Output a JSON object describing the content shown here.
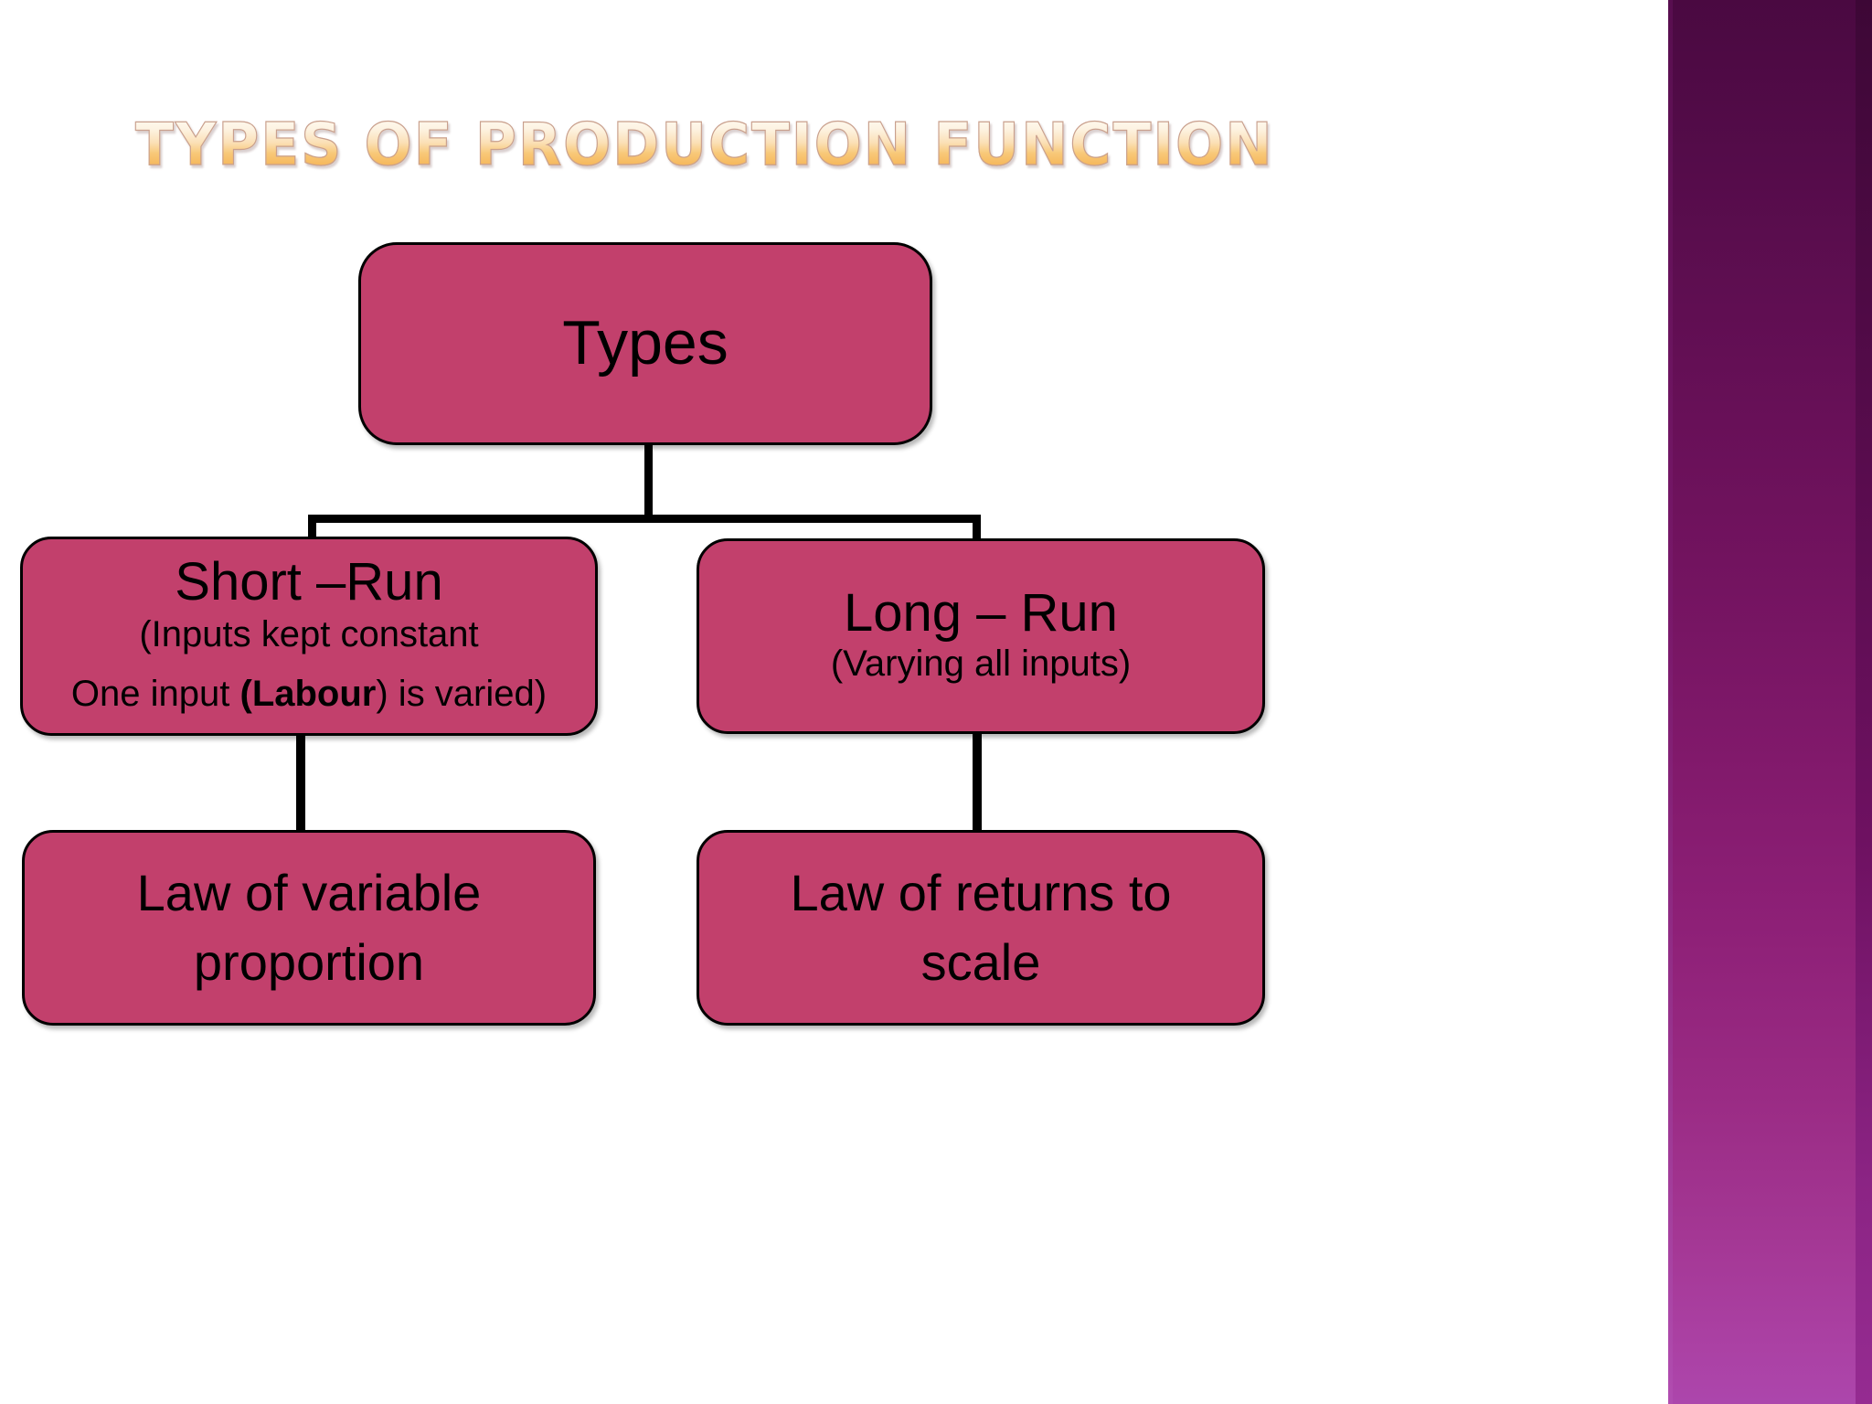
{
  "slide": {
    "title": "Types of Production Function",
    "background_color": "#ffffff",
    "accent_band_top_color": "#4a0941",
    "accent_band_bottom_color": "#ac46ac",
    "node_fill_color": "#c2406c",
    "node_border_color": "#000000",
    "title_gradient_top": "#fffdf7",
    "title_gradient_bottom": "#f5b356"
  },
  "diagram": {
    "root": {
      "label": "Types"
    },
    "branches": [
      {
        "title": "Short –Run",
        "detail_line1": "(Inputs kept constant",
        "detail_line2_prefix": "One input ",
        "detail_line2_bold": "(Labour",
        "detail_line2_suffix": ") is varied)",
        "child": {
          "line1": "Law of variable",
          "line2": "proportion"
        }
      },
      {
        "title": "Long – Run",
        "detail_line1": "(Varying all inputs)",
        "child": {
          "line1": "Law of returns to",
          "line2": "scale"
        }
      }
    ]
  }
}
